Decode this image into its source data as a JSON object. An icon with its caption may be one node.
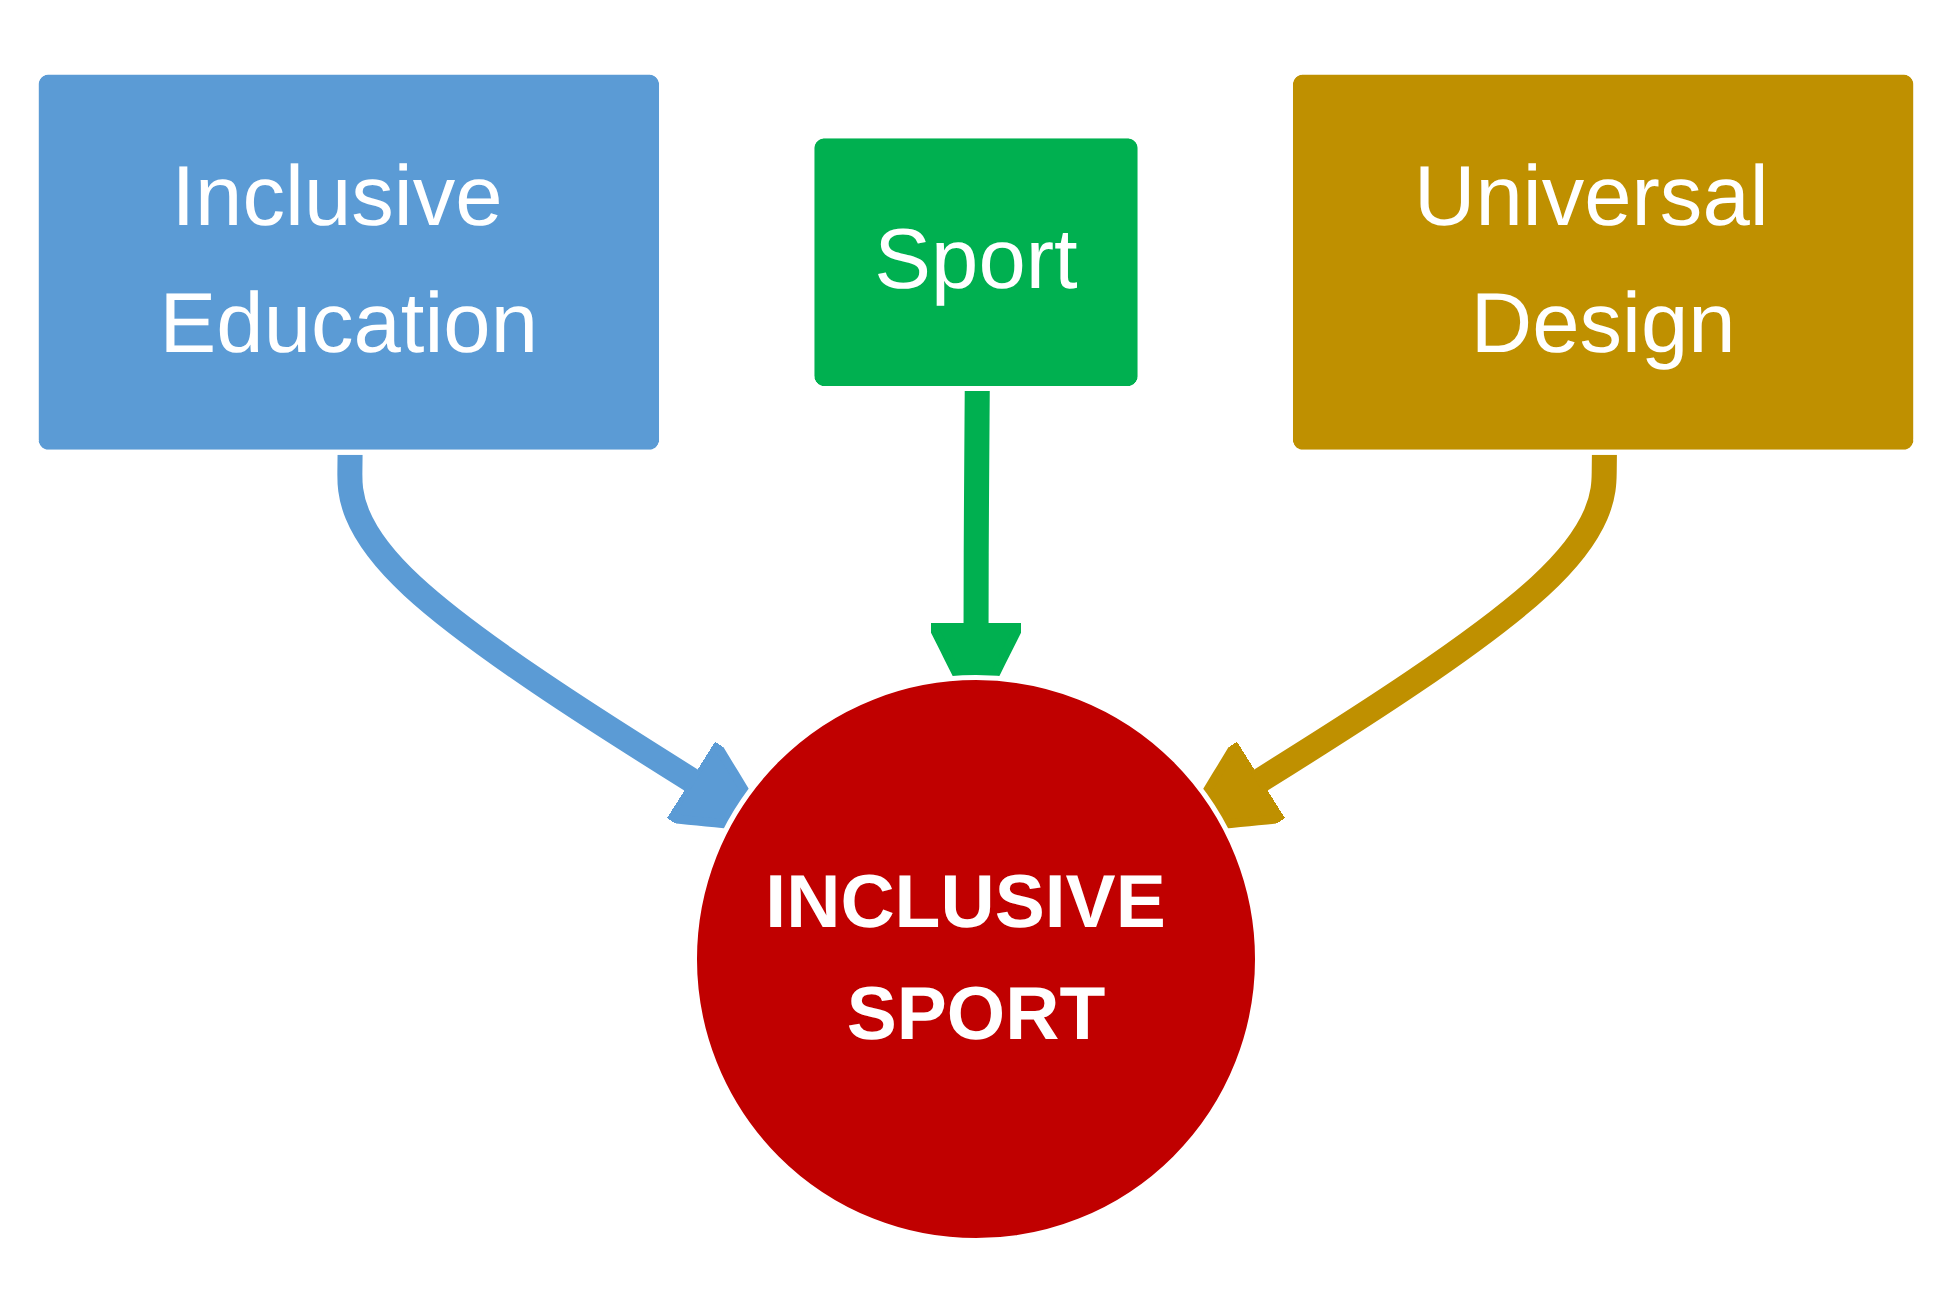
{
  "diagram": {
    "nodes": [
      {
        "text": [
          "Sport"
        ]
      },
      {
        "text": [
          "Inclusive Education"
        ]
      },
      {
        "text": [
          "Universal Design"
        ]
      },
      {
        "text": [
          "INCLUSIVE SPORT"
        ]
      }
    ],
    "edges": [
      {
        "from": 1,
        "to": 3,
        "arrow": "to",
        "color": "#5b9bd5"
      },
      {
        "from": 0,
        "to": 3,
        "arrow": "to",
        "color": "#00b050"
      },
      {
        "from": 2,
        "to": 3,
        "arrow": "to",
        "color": "#bf9000"
      }
    ]
  }
}
